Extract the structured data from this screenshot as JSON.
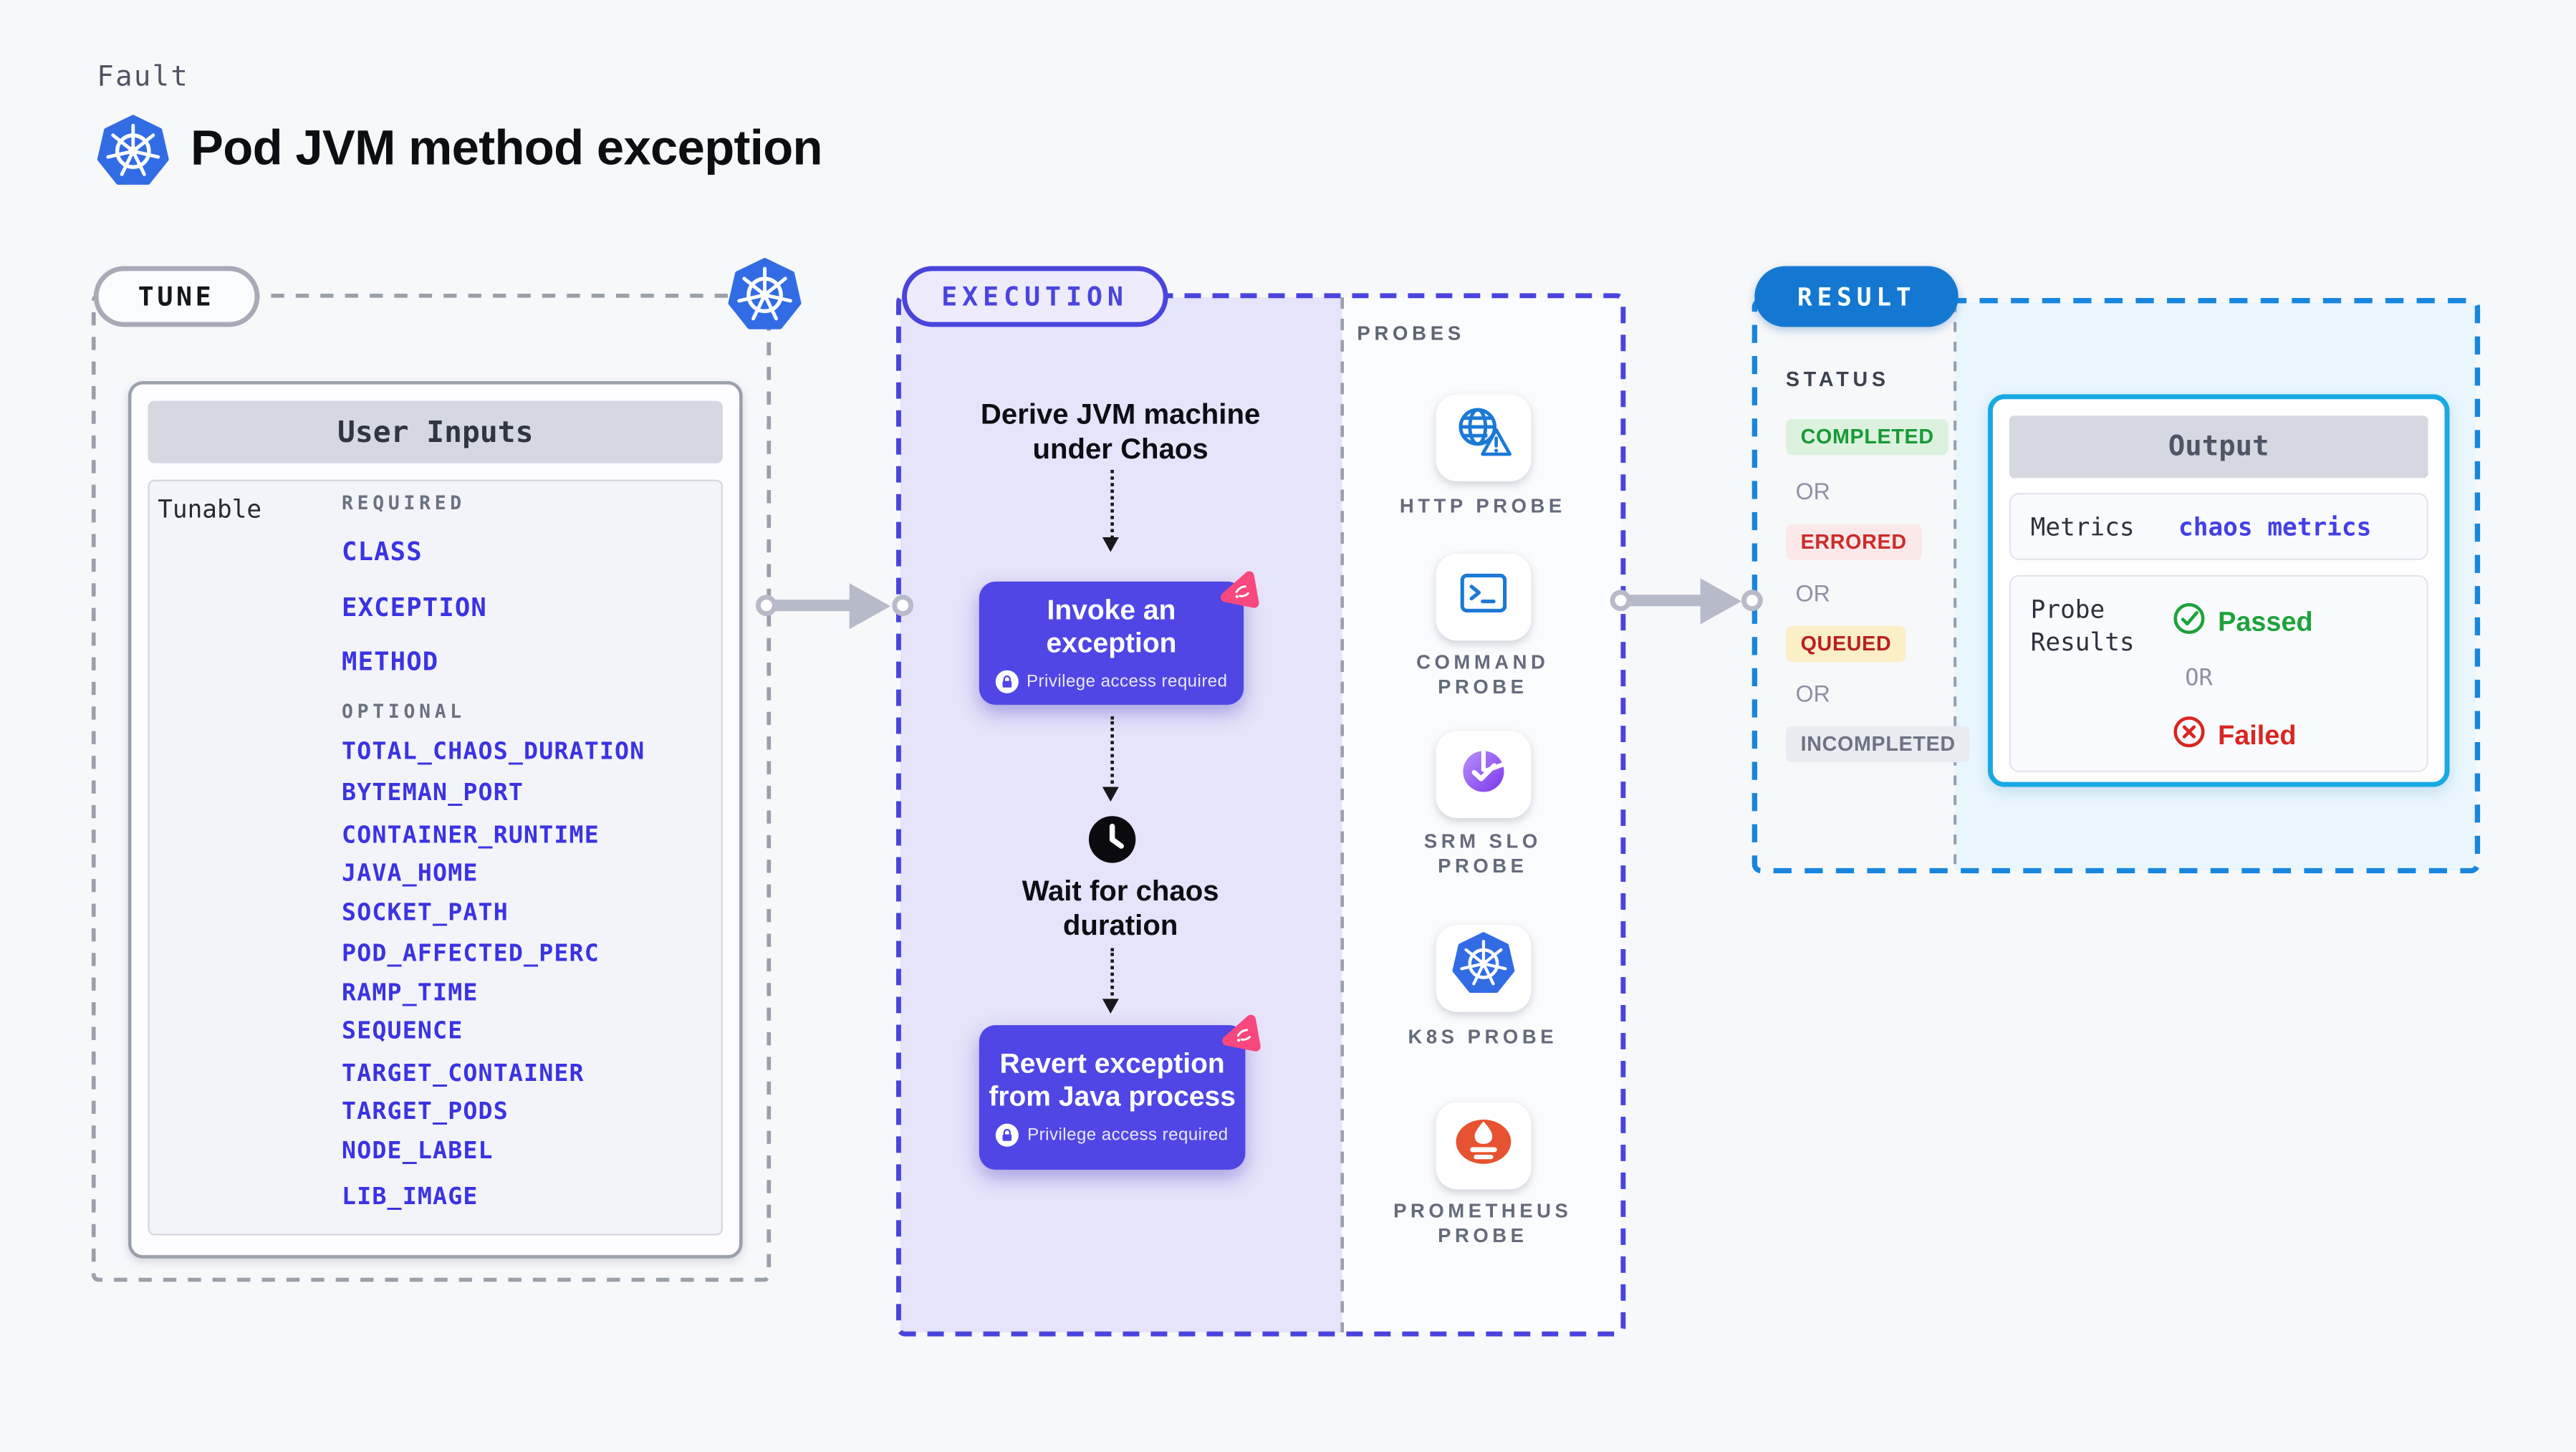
{
  "header": {
    "kicker": "Fault",
    "title": "Pod JVM method exception",
    "icon": "kubernetes-icon"
  },
  "tune": {
    "badge": "TUNE",
    "corner_icon": "kubernetes-icon",
    "user_inputs": {
      "title": "User Inputs",
      "tunable_label": "Tunable",
      "required_label": "REQUIRED",
      "required_items": [
        "CLASS",
        "EXCEPTION",
        "METHOD"
      ],
      "optional_label": "OPTIONAL",
      "optional_items": [
        "TOTAL_CHAOS_DURATION",
        "BYTEMAN_PORT",
        "CONTAINER_RUNTIME",
        "JAVA_HOME",
        "SOCKET_PATH",
        "POD_AFFECTED_PERC",
        "RAMP_TIME",
        "SEQUENCE",
        "TARGET_CONTAINER",
        "TARGET_PODS",
        "NODE_LABEL",
        "LIB_IMAGE"
      ]
    }
  },
  "execution": {
    "badge": "EXECUTION",
    "derive_step": {
      "line1": "Derive JVM machine",
      "line2": "under Chaos"
    },
    "invoke_step": {
      "label": "Invoke an exception",
      "note": "Privilege access required",
      "icon": "lock-icon",
      "badge_icon": "chaos-badge-icon"
    },
    "wait_step": {
      "line1": "Wait for chaos",
      "line2": "duration",
      "icon": "clock-icon"
    },
    "revert_step": {
      "line1": "Revert exception",
      "line2": "from Java process",
      "note": "Privilege access required",
      "icon": "lock-icon",
      "badge_icon": "chaos-badge-icon"
    }
  },
  "probes": {
    "label": "PROBES",
    "items": [
      {
        "name": "HTTP PROBE",
        "icon": "globe-warning-icon"
      },
      {
        "name": "COMMAND PROBE",
        "icon": "terminal-icon"
      },
      {
        "name": "SRM SLO PROBE",
        "icon": "slo-check-icon"
      },
      {
        "name": "K8S PROBE",
        "icon": "kubernetes-icon"
      },
      {
        "name": "PROMETHEUS PROBE",
        "icon": "prometheus-icon"
      }
    ]
  },
  "result": {
    "badge": "RESULT",
    "status_label": "STATUS",
    "or_label": "OR",
    "statuses": [
      {
        "label": "COMPLETED",
        "color": "#189a35",
        "bg": "#dcf2de"
      },
      {
        "label": "ERRORED",
        "color": "#cd2b2b",
        "bg": "#fbe9e9"
      },
      {
        "label": "QUEUED",
        "color": "#b92020",
        "bg": "#faefc7"
      },
      {
        "label": "INCOMPLETED",
        "color": "#6d7383",
        "bg": "#eaebf0"
      }
    ],
    "output": {
      "title": "Output",
      "metrics_label": "Metrics",
      "metrics_value": "chaos metrics",
      "probe_results_label": "Probe Results",
      "passed_label": "Passed",
      "or_label": "OR",
      "failed_label": "Failed"
    }
  },
  "colors": {
    "page_bg": "#f7f8fa",
    "kubernetes_blue": "#326ce5",
    "indigo_accent": "#4f46e5",
    "execution_panel": "#e6e4fa",
    "chaos_pink": "#f9487e",
    "result_blue": "#1478d2",
    "result_dash_blue": "#1886de",
    "result_panel": "#e9f6fd",
    "output_border_cyan": "#17a9e2",
    "link_blue": "#3b33e2",
    "passed_green": "#1ea23b",
    "failed_red": "#d92622",
    "prometheus_orange": "#e75330",
    "arrow_gray": "#b7bac8"
  }
}
